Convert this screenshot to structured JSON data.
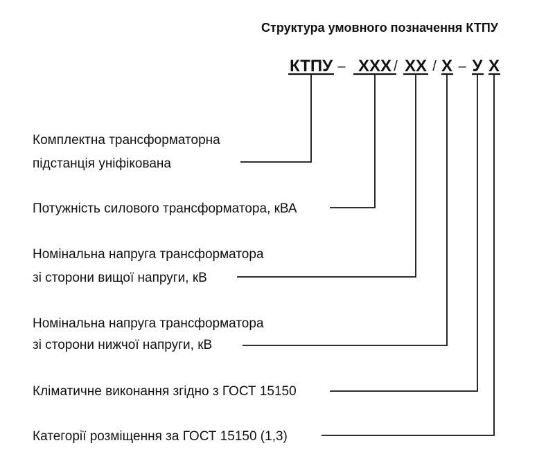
{
  "title": "Структура умовного позначення КТПУ",
  "designation": {
    "parts": [
      "КТПУ",
      "ХХХ",
      "ХХ",
      "Х",
      "У",
      "Х"
    ],
    "separators": [
      "–",
      "/",
      "/",
      "–",
      ""
    ]
  },
  "descriptions": [
    {
      "lines": [
        "Комплектна трансформаторна",
        "підстанція уніфікована"
      ]
    },
    {
      "lines": [
        "Потужність силового трансформатора, кВА"
      ]
    },
    {
      "lines": [
        "Номінальна напруга трансформатора",
        "зі сторони вищої напруги, кВ"
      ]
    },
    {
      "lines": [
        "Номінальна напруга трансформатора",
        "зі сторони нижчої напруги, кВ"
      ]
    },
    {
      "lines": [
        "Кліматичне виконання згідно з ГОСТ 15150"
      ]
    },
    {
      "lines": [
        "Категорії розміщення за ГОСТ 15150 (1,3)"
      ]
    }
  ]
}
